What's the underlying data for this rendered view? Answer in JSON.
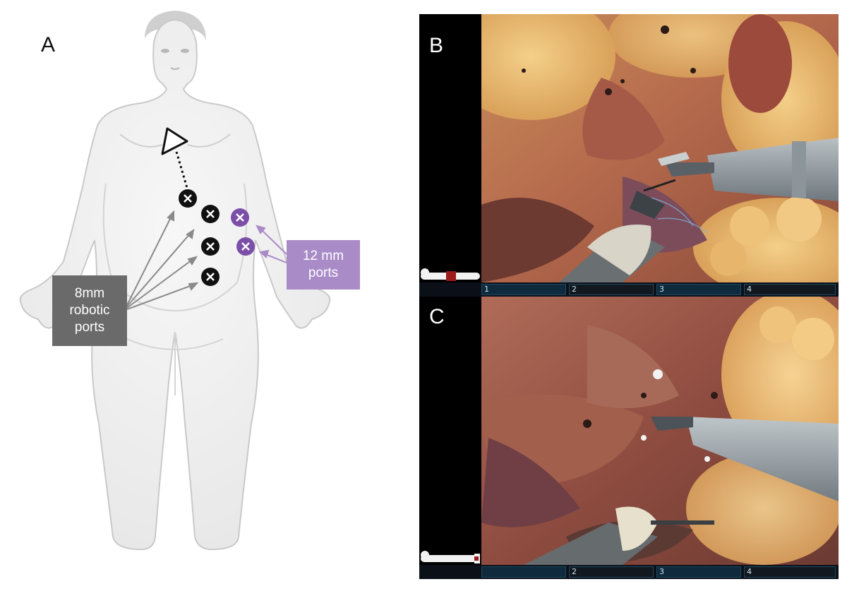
{
  "panels": {
    "a": "A",
    "b": "B",
    "c": "C"
  },
  "labels": {
    "robotic_ports": [
      "8mm",
      "robotic",
      "ports"
    ],
    "large_ports": [
      "12 mm",
      "ports"
    ]
  },
  "hud": {
    "arm1": "1",
    "arm2": "2",
    "arm3": "3",
    "arm4": "4"
  },
  "colors": {
    "robotic_port": "#111111",
    "large_port": "#7b4fa8",
    "robotic_box": "#6a6a6a",
    "large_box": "#a98bc8"
  }
}
